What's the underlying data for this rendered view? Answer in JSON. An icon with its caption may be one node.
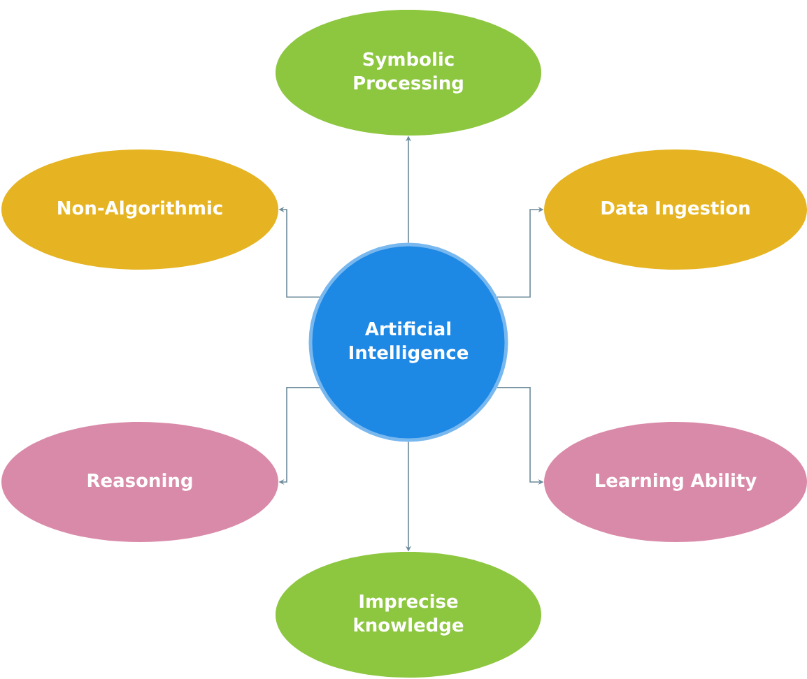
{
  "diagram": {
    "nodes": [
      {
        "text": [
          "Artificial Intelligence"
        ]
      },
      {
        "text": [
          "Symbolic Processing"
        ]
      },
      {
        "text": [
          "Non-Algorithmic"
        ]
      },
      {
        "text": [
          "Data Ingestion"
        ]
      },
      {
        "text": [
          "Reasoning"
        ]
      },
      {
        "text": [
          "Learning Ability"
        ]
      },
      {
        "text": [
          "Imprecise knowledge"
        ]
      }
    ],
    "edges": [
      {
        "from": 0,
        "to": 1,
        "arrow": "to"
      },
      {
        "from": 0,
        "to": 2,
        "arrow": "to"
      },
      {
        "from": 0,
        "to": 3,
        "arrow": "to"
      },
      {
        "from": 0,
        "to": 4,
        "arrow": "to"
      },
      {
        "from": 0,
        "to": 5,
        "arrow": "to"
      },
      {
        "from": 0,
        "to": 6,
        "arrow": "to"
      }
    ]
  }
}
